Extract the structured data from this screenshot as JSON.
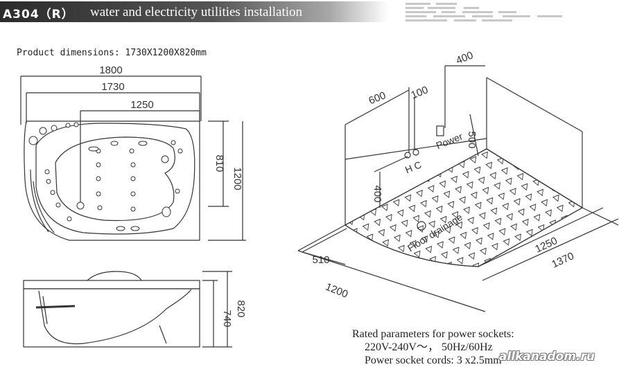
{
  "header": {
    "model": "A304（R）",
    "subtitle": "water and electricity utilities installation"
  },
  "product_dimensions": {
    "label": "Product dimensions:",
    "value": "1730X1200X820mm"
  },
  "top_view": {
    "dim_1800": "1800",
    "dim_1730": "1730",
    "dim_1250": "1250",
    "dim_810": "810",
    "dim_1200": "1200"
  },
  "side_view": {
    "dim_820": "820",
    "dim_740": "740"
  },
  "installation": {
    "dim_400_top": "400",
    "dim_600": "600",
    "dim_100": "100",
    "power": "Power",
    "dim_500": "500",
    "hot_cold": "H C",
    "dim_400_side": "400",
    "floor_drainage": "Floor drainage",
    "dim_510": "510",
    "dim_1250": "1250",
    "dim_1370": "1370",
    "dim_1200": "1200"
  },
  "rated_parameters": {
    "title": "Rated parameters for power sockets:",
    "voltage": "220V-240V～， 50Hz/60Hz",
    "cords": "Power socket cords: 3 x2.5mm"
  },
  "watermark": "allkanadom.ru",
  "colors": {
    "header_dark": "#2b2b2b",
    "line": "#333333",
    "ground_stripes": "#e9e9e9"
  }
}
